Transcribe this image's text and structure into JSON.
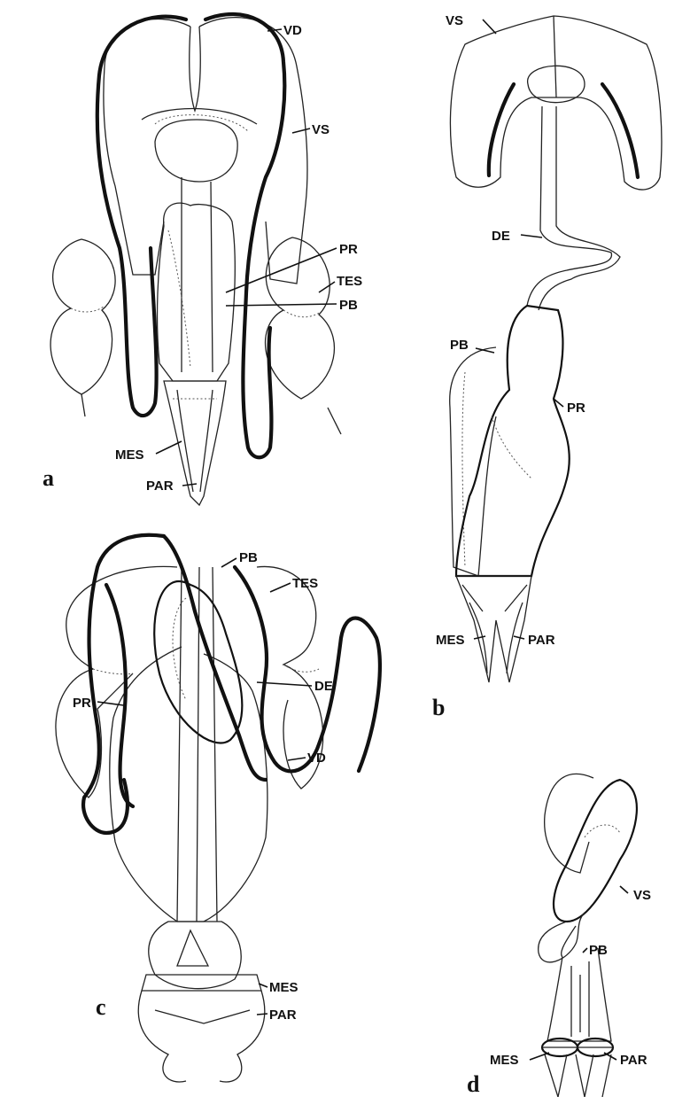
{
  "panels": {
    "a": {
      "letter": "a",
      "labels": {
        "vd": "VD",
        "vs": "VS",
        "pr": "PR",
        "tes": "TES",
        "pb": "PB",
        "mes": "MES",
        "par": "PAR"
      }
    },
    "b": {
      "letter": "b",
      "labels": {
        "vs": "VS",
        "de": "DE",
        "pb": "PB",
        "pr": "PR",
        "mes": "MES",
        "par": "PAR"
      }
    },
    "c": {
      "letter": "c",
      "labels": {
        "pb": "PB",
        "tes": "TES",
        "de": "DE",
        "pr": "PR",
        "vd": "VD",
        "mes": "MES",
        "par": "PAR"
      }
    },
    "d": {
      "letter": "d",
      "labels": {
        "vs": "VS",
        "pb": "PB",
        "mes": "MES",
        "par": "PAR"
      }
    }
  }
}
